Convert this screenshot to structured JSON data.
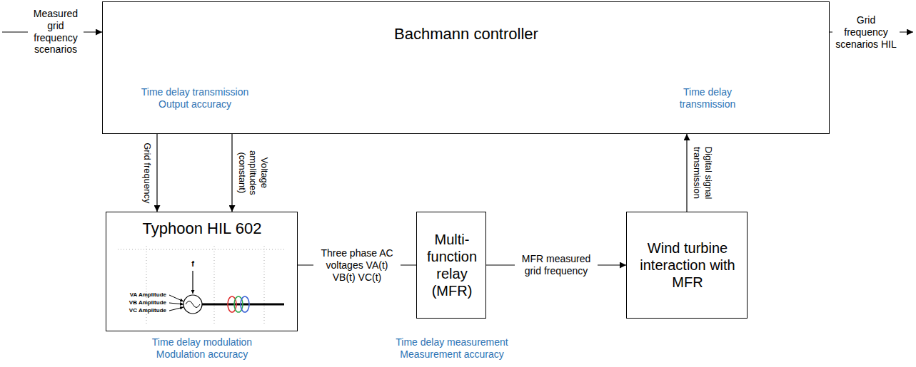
{
  "diagram": {
    "nodes": [
      {
        "text": [
          "Bachmann controller",
          "Time delay transmission Output accuracy",
          "Time delay transmission"
        ]
      },
      {
        "text": [
          "Typhoon HIL 602",
          "Time delay modulation Modulation accuracy"
        ]
      },
      {
        "text": [
          "Multi-function relay (MFR)",
          "Time delay measurement Measurement accuracy"
        ]
      },
      {
        "text": [
          "Wind turbine interaction with MFR"
        ]
      }
    ],
    "edges": [
      {
        "from": 0,
        "to": 1,
        "label": "Grid frequency",
        "arrow": "to"
      },
      {
        "from": 0,
        "to": 1,
        "label": "Voltage amplitudes (constant)",
        "arrow": "to"
      },
      {
        "from": 1,
        "to": 2,
        "label": "Three phase AC voltages VA(t) VB(t) VC(t)",
        "arrow": "none"
      },
      {
        "from": 2,
        "to": 3,
        "label": "MFR measured grid frequency",
        "arrow": "to"
      },
      {
        "from": 3,
        "to": 0,
        "label": "Digital signal transmission",
        "arrow": "to"
      }
    ],
    "labels": [
      "Measured grid frequency scenarios",
      "Grid frequency scenarios HIL",
      "f",
      "VA Amplitude",
      "VB Amplitude",
      "VC Amplitude"
    ]
  }
}
